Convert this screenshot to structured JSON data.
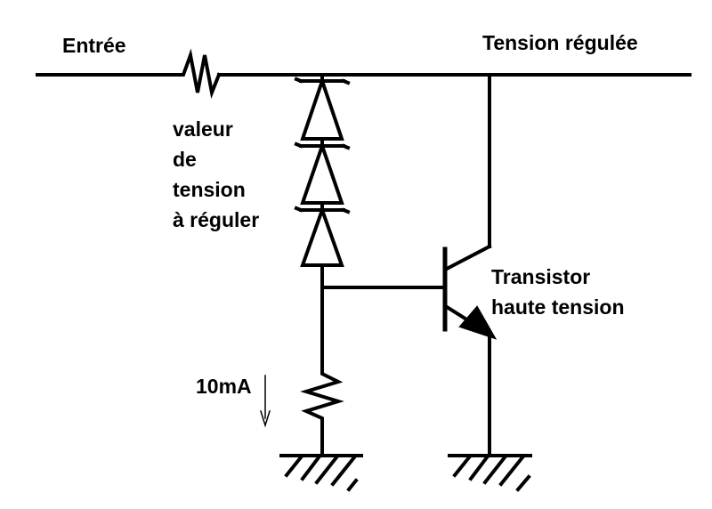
{
  "labels": {
    "input": "Entrée",
    "output": "Tension régulée",
    "zener_value": [
      "valeur",
      "de",
      "tension",
      "à réguler"
    ],
    "transistor": [
      "Transistor",
      "haute tension"
    ],
    "current": "10mA"
  },
  "colors": {
    "ink": "#000000",
    "background": "#ffffff"
  }
}
